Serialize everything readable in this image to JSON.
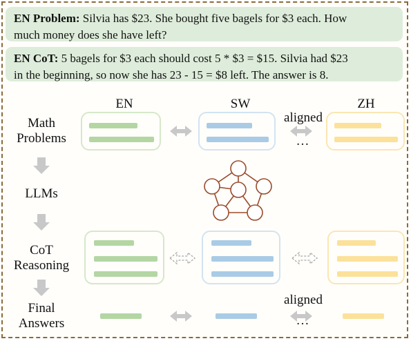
{
  "problem": {
    "label": "EN Problem:",
    "text_line1": " Silvia has $23. She bought five bagels for $3 each. How",
    "text_line2": "much money does she have left?"
  },
  "cot": {
    "label": "EN CoT:",
    "text_line1": " 5 bagels for $3 each should cost 5 * $3 = $15. Silvia had $23",
    "text_line2": "in the beginning, so now she has 23 - 15 = $8 left. The answer is 8."
  },
  "columns": {
    "en": "EN",
    "sw": "SW",
    "zh": "ZH"
  },
  "aligned_top": "aligned",
  "aligned_bottom": "aligned",
  "ellipsis": "…",
  "stages": {
    "math_line1": "Math",
    "math_line2": "Problems",
    "llms": "LLMs",
    "cot_line1": "CoT",
    "cot_line2": "Reasoning",
    "final_line1": "Final",
    "final_line2": "Answers"
  },
  "colors": {
    "frame": "#8a6a3a",
    "text_box": "#deeddb",
    "en": "#b3d6a3",
    "sw": "#a9cbe6",
    "zh": "#fbe19a",
    "network": "#9a4a2a",
    "arrow": "#c8c8c8"
  },
  "icons": [
    "double-arrow-icon",
    "dashed-double-arrow-icon",
    "down-arrow-icon",
    "network-icon"
  ]
}
